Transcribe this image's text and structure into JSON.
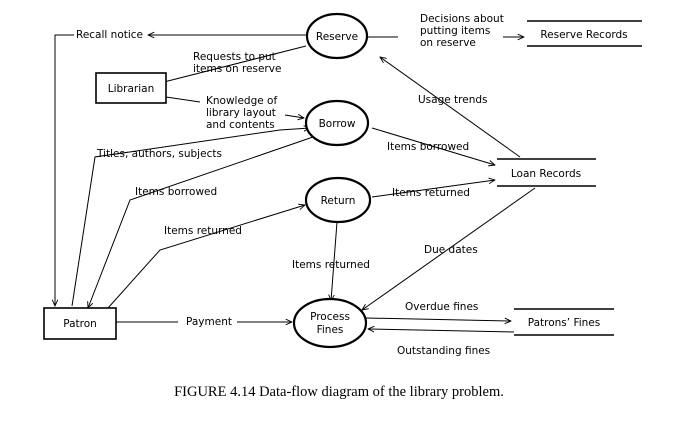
{
  "entities": {
    "librarian": "Librarian",
    "patron": "Patron"
  },
  "processes": {
    "reserve": "Reserve",
    "borrow": "Borrow",
    "return": "Return",
    "process_fines_line1": "Process",
    "process_fines_line2": "Fines"
  },
  "stores": {
    "reserve_records": "Reserve Records",
    "loan_records": "Loan Records",
    "patrons_fines": "Patrons’ Fines"
  },
  "flows": {
    "recall_notice": "Recall notice",
    "requests_line1": "Requests to put",
    "requests_line2": "items on reserve",
    "decisions_line1": "Decisions about",
    "decisions_line2": "putting items",
    "decisions_line3": "on reserve",
    "knowledge_line1": "Knowledge of",
    "knowledge_line2": "library layout",
    "knowledge_line3": "and contents",
    "usage_trends": "Usage trends",
    "titles": "Titles, authors, subjects",
    "items_borrowed_right": "Items borrowed",
    "items_borrowed_left": "Items borrowed",
    "items_returned_right": "Items returned",
    "items_returned_left": "Items returned",
    "items_returned_center": "Items returned",
    "due_dates": "Due dates",
    "payment": "Payment",
    "overdue_fines": "Overdue fines",
    "outstanding_fines": "Outstanding fines"
  },
  "caption": "FIGURE 4.14  Data-flow diagram of the library problem."
}
